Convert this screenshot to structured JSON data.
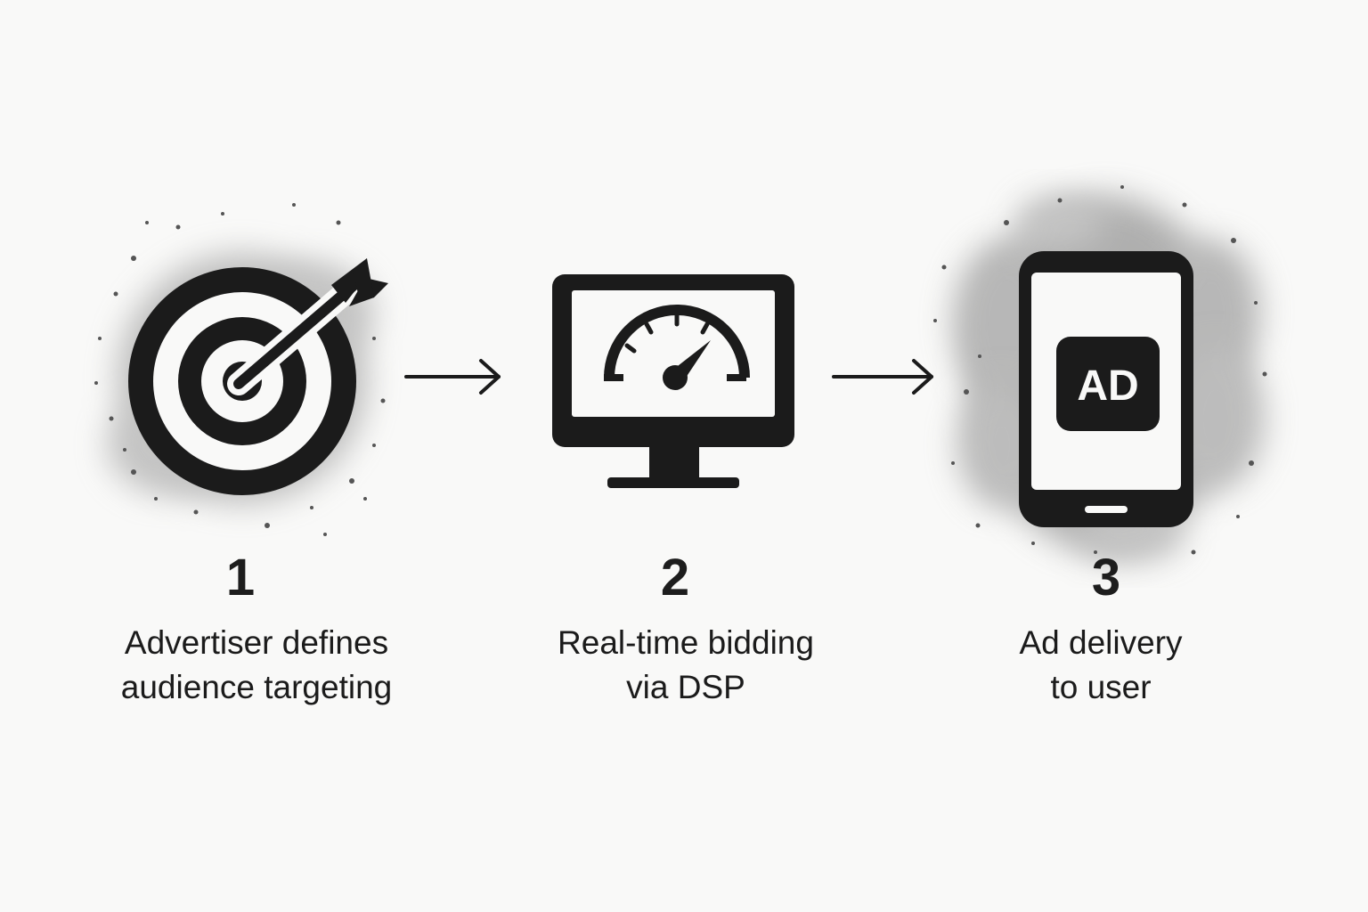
{
  "steps": [
    {
      "number": "1",
      "caption_lines": [
        "Advertiser defines",
        "audience targeting"
      ],
      "icon": "target-arrow-icon"
    },
    {
      "number": "2",
      "caption_lines": [
        "Real-time bidding",
        "via DSP"
      ],
      "icon": "monitor-gauge-icon"
    },
    {
      "number": "3",
      "caption_lines": [
        "Ad delivery",
        "to user"
      ],
      "icon": "smartphone-ad-icon"
    }
  ],
  "phone_badge_text": "AD",
  "colors": {
    "background": "#f9f9f8",
    "ink": "#1b1b1b",
    "smudge": "#6f6f6f"
  }
}
